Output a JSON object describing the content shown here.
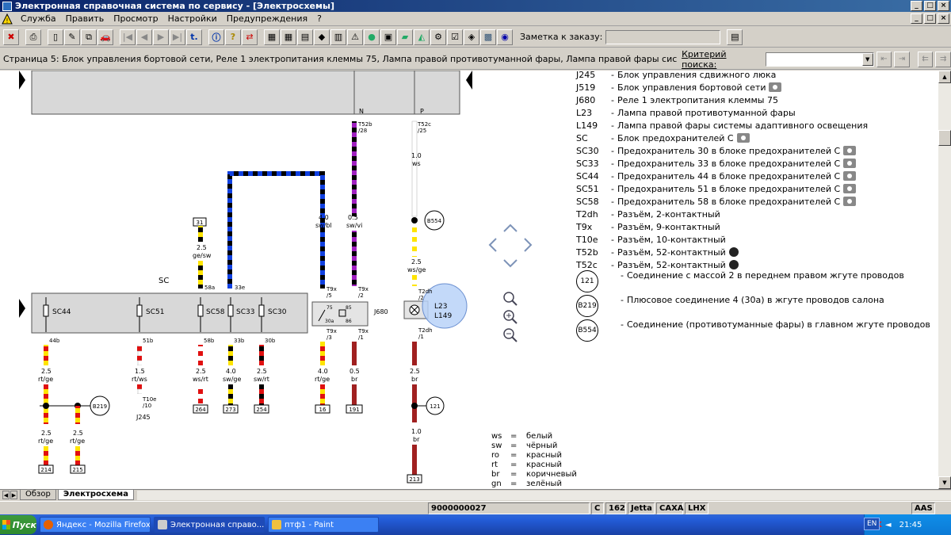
{
  "window": {
    "title": "Электронная справочная система по сервису - [Электросхемы]"
  },
  "menu": [
    "Служба",
    "Править",
    "Просмотр",
    "Настройки",
    "Предупреждения",
    "?"
  ],
  "toolbar": {
    "order_label": "Заметка к заказу:",
    "order_value": ""
  },
  "page": {
    "title": "Страница 5: Блок управления бортовой сети, Реле 1 электропитания клеммы 75, Лампа правой противотуманной фары, Лампа правой фары системы адаптивного освещения, Блок",
    "criteria_label": "Критерий поиска:",
    "criteria_value": ""
  },
  "legend": [
    {
      "code": "J245",
      "desc": "Блок управления сдвижного люка",
      "icon": ""
    },
    {
      "code": "J519",
      "desc": "Блок управления бортовой сети",
      "icon": "camera-icon"
    },
    {
      "code": "J680",
      "desc": "Реле 1 электропитания клеммы 75",
      "icon": ""
    },
    {
      "code": "L23",
      "desc": "Лампа правой противотуманной фары",
      "icon": ""
    },
    {
      "code": "L149",
      "desc": "Лампа правой фары системы адаптивного освещения",
      "icon": ""
    },
    {
      "code": "SC",
      "desc": "Блок предохранителей С",
      "icon": "camera-icon"
    },
    {
      "code": "SC30",
      "desc": "Предохранитель 30 в блоке предохранителей С",
      "icon": "camera-icon"
    },
    {
      "code": "SC33",
      "desc": "Предохранитель 33 в блоке предохранителей С",
      "icon": "camera-icon"
    },
    {
      "code": "SC44",
      "desc": "Предохранитель 44 в блоке предохранителей С",
      "icon": "camera-icon"
    },
    {
      "code": "SC51",
      "desc": "Предохранитель 51 в блоке предохранителей С",
      "icon": "camera-icon"
    },
    {
      "code": "SC58",
      "desc": "Предохранитель 58 в блоке предохранителей С",
      "icon": "camera-icon"
    },
    {
      "code": "T2dh",
      "desc": "Разъём, 2-контактный",
      "icon": ""
    },
    {
      "code": "T9x",
      "desc": "Разъём, 9-контактный",
      "icon": ""
    },
    {
      "code": "T10e",
      "desc": "Разъём, 10-контактный",
      "icon": ""
    },
    {
      "code": "T52b",
      "desc": "Разъём, 52-контактный",
      "icon": "connector-icon"
    },
    {
      "code": "T52c",
      "desc": "Разъём, 52-контактный",
      "icon": "connector-icon"
    }
  ],
  "connections": [
    {
      "code": "121",
      "desc": "Соединение с массой 2 в переднем правом жгуте проводов"
    },
    {
      "code": "B219",
      "desc": "Плюсовое соединение 4 (30а) в жгуте проводов салона"
    },
    {
      "code": "B554",
      "desc": "Соединение (противотуманные фары) в главном жгуте проводов"
    }
  ],
  "color_legend": [
    {
      "abbr": "ws",
      "name": "белый"
    },
    {
      "abbr": "sw",
      "name": "чёрный"
    },
    {
      "abbr": "ro",
      "name": "красный"
    },
    {
      "abbr": "rt",
      "name": "красный"
    },
    {
      "abbr": "br",
      "name": "коричневый"
    },
    {
      "abbr": "gn",
      "name": "зелёный"
    }
  ],
  "diagram": {
    "sc_label": "SC",
    "fuses": [
      "SC44",
      "SC51",
      "SC58",
      "SC33",
      "SC30"
    ],
    "relay_label": "J680",
    "lamp_l23": "L23",
    "lamp_l149": "L149",
    "wire_labels": {
      "w31": "31",
      "w31_size": "2.5",
      "w31_color": "ge/sw",
      "w31_pin": "58a",
      "t33e": "33e",
      "n": "N",
      "p": "P",
      "t52b": "T52b",
      "t52b_pin": "/28",
      "t52c": "T52c",
      "t52c_pin": "/25",
      "ws_size": "1.0",
      "ws_color": "ws",
      "b554": "B554",
      "sw_bl_size": "4.0",
      "sw_bl_color": "sw/bl",
      "sw_vi_size": "0.5",
      "sw_vi_color": "sw/vi",
      "wsge_size": "2.5",
      "wsge_color": "ws/ge",
      "t9x_5": "T9x",
      "t9x_5p": "/5",
      "t9x_2": "T9x",
      "t9x_2p": "/2",
      "t2dh_a": "T2dh",
      "t2dh_b": "T2dh",
      "t2dh_1": "/1",
      "t2dh_2": "/2",
      "t9x_3": "T9x",
      "t9x_3p": "/3",
      "t9x_1": "T9x",
      "t9x_1p": "/1",
      "p44b": "44b",
      "p51b": "51b",
      "p58b": "58b",
      "p33b": "33b",
      "p30b": "30b",
      "r75": "75",
      "r85": "85",
      "r30a": "30a",
      "r86": "86",
      "b1_size": "2.5",
      "b1_color": "rt/ge",
      "b2_size": "1.5",
      "b2_color": "rt/ws",
      "b3_size": "2.5",
      "b3_color": "ws/rt",
      "b4_size": "4.0",
      "b4_color": "sw/ge",
      "b5_size": "2.5",
      "b5_color": "sw/rt",
      "b6_size": "4.0",
      "b6_color": "rt/ge",
      "b7_size": "0.5",
      "b7_color": "br",
      "b8_size": "2.5",
      "b8_color": "br",
      "t10e": "T10e",
      "t10e_pin": "/10",
      "j245": "J245",
      "b219": "B219",
      "g121": "121",
      "n264": "264",
      "n273": "273",
      "n254": "254",
      "n16": "16",
      "n191": "191",
      "c1_size": "2.5",
      "c1_color": "rt/ge",
      "c2_size": "2.5",
      "c2_color": "rt/ge",
      "n214": "214",
      "n215": "215",
      "g_size": "1.0",
      "g_color": "br",
      "n213": "213"
    }
  },
  "tabs": [
    "Обзор",
    "Электросхема"
  ],
  "status": {
    "order_no": "9000000027",
    "c": "C",
    "code": "162",
    "model": "Jetta",
    "engine": "CAXA",
    "gearbox": "LHX",
    "aas": "AAS"
  },
  "taskbar": {
    "start": "Пуск",
    "items": [
      "Яндекс - Mozilla Firefox",
      "Электронная справо...",
      "птф1 - Paint"
    ],
    "lang": "EN",
    "time": "21:45"
  }
}
